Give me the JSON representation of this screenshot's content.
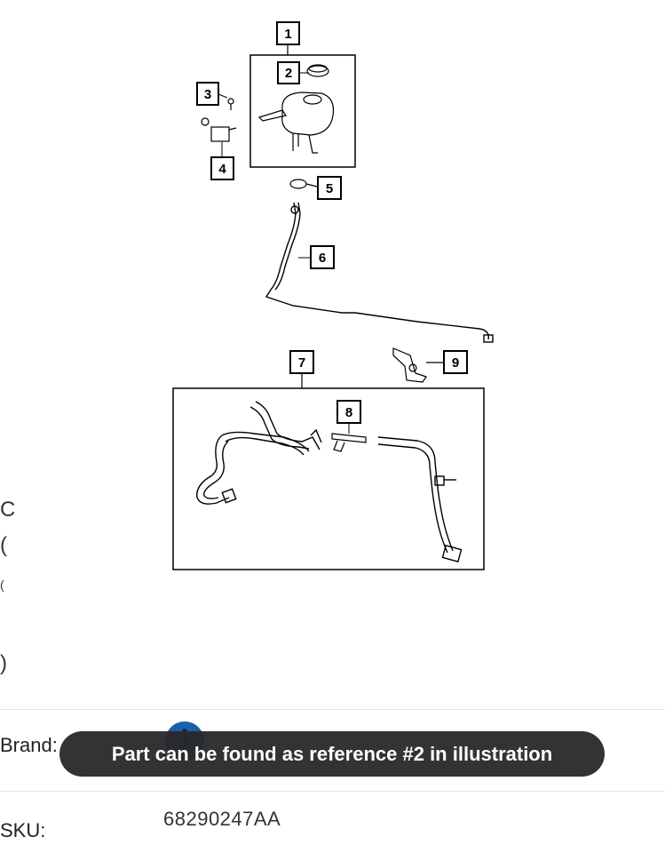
{
  "diagram": {
    "callouts": [
      "1",
      "2",
      "3",
      "4",
      "5",
      "6",
      "7",
      "8",
      "9"
    ]
  },
  "edge_glyphs": [
    "C",
    "(",
    "(",
    ")"
  ],
  "brand": {
    "label": "Brand:"
  },
  "toast": {
    "message": "Part can be found as reference #2 in illustration"
  },
  "sku": {
    "label": "SKU:",
    "value": "68290247AA"
  }
}
